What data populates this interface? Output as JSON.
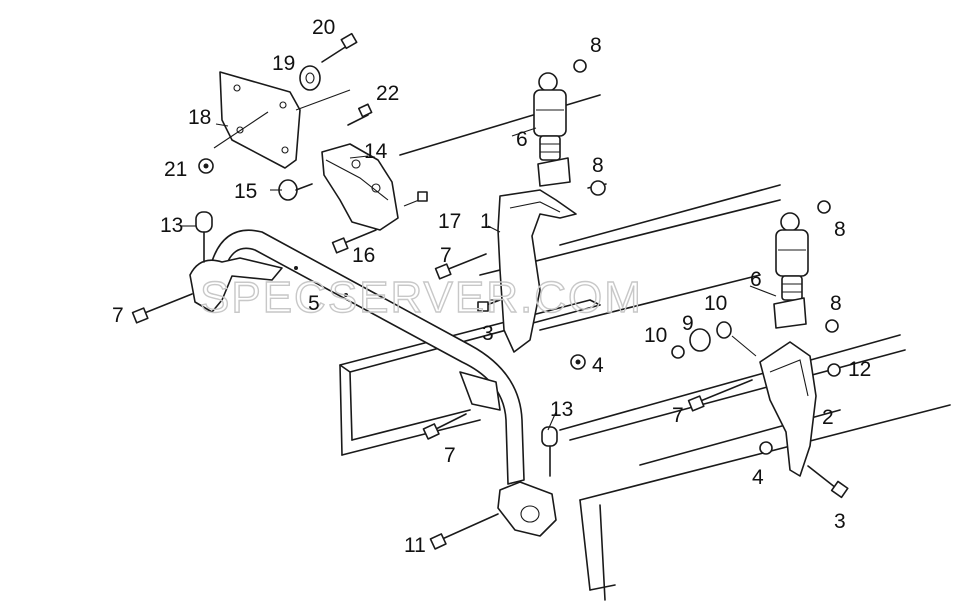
{
  "watermark": "SPECSERVER.COM",
  "labels": [
    {
      "id": "l20",
      "text": "20"
    },
    {
      "id": "l19",
      "text": "19"
    },
    {
      "id": "l22",
      "text": "22"
    },
    {
      "id": "l18",
      "text": "18"
    },
    {
      "id": "l21",
      "text": "21"
    },
    {
      "id": "l14",
      "text": "14"
    },
    {
      "id": "l15",
      "text": "15"
    },
    {
      "id": "l13a",
      "text": "13"
    },
    {
      "id": "l17",
      "text": "17"
    },
    {
      "id": "l1",
      "text": "1"
    },
    {
      "id": "l16",
      "text": "16"
    },
    {
      "id": "l7a",
      "text": "7"
    },
    {
      "id": "l7b",
      "text": "7"
    },
    {
      "id": "l5",
      "text": "5"
    },
    {
      "id": "l3a",
      "text": "3"
    },
    {
      "id": "l4a",
      "text": "4"
    },
    {
      "id": "l8a",
      "text": "8"
    },
    {
      "id": "l6a",
      "text": "6"
    },
    {
      "id": "l8b",
      "text": "8"
    },
    {
      "id": "l8c",
      "text": "8"
    },
    {
      "id": "l6b",
      "text": "6"
    },
    {
      "id": "l10a",
      "text": "10"
    },
    {
      "id": "l9",
      "text": "9"
    },
    {
      "id": "l10b",
      "text": "10"
    },
    {
      "id": "l8d",
      "text": "8"
    },
    {
      "id": "l12",
      "text": "12"
    },
    {
      "id": "l7c",
      "text": "7"
    },
    {
      "id": "l2",
      "text": "2"
    },
    {
      "id": "l13b",
      "text": "13"
    },
    {
      "id": "l7d",
      "text": "7"
    },
    {
      "id": "l4b",
      "text": "4"
    },
    {
      "id": "l3b",
      "text": "3"
    },
    {
      "id": "l11",
      "text": "11"
    }
  ]
}
